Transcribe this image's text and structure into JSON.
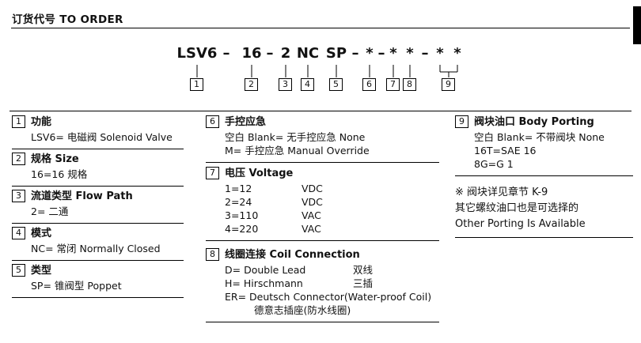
{
  "header": {
    "title": "订货代号 TO ORDER"
  },
  "code": {
    "segments": [
      "LSV6",
      "–",
      "16",
      "–",
      "2",
      "NC",
      "SP",
      "–",
      "*",
      "–",
      "*",
      "*",
      "–",
      "*",
      "*"
    ],
    "boxes": [
      "1",
      "2",
      "3",
      "4",
      "5",
      "6",
      "7",
      "8",
      "9"
    ]
  },
  "sections": {
    "s1": {
      "num": "1",
      "title": "功能",
      "lines": [
        "LSV6= 电磁阀 Solenoid Valve"
      ]
    },
    "s2": {
      "num": "2",
      "title": "规格 Size",
      "lines": [
        "16=16 规格"
      ]
    },
    "s3": {
      "num": "3",
      "title": "流道类型 Flow Path",
      "lines": [
        "2= 二通"
      ]
    },
    "s4": {
      "num": "4",
      "title": "模式",
      "lines": [
        "NC= 常闭 Normally Closed"
      ]
    },
    "s5": {
      "num": "5",
      "title": "类型",
      "lines": [
        "SP= 锥阀型 Poppet"
      ]
    },
    "s6": {
      "num": "6",
      "title": "手控应急",
      "lines": [
        "空白 Blank= 无手控应急 None",
        "M= 手控应急 Manual Override"
      ]
    },
    "s7": {
      "num": "7",
      "title": "电压 Voltage",
      "rows": [
        [
          "1=12",
          "VDC"
        ],
        [
          "2=24",
          "VDC"
        ],
        [
          "3=110",
          "VAC"
        ],
        [
          "4=220",
          "VAC"
        ]
      ]
    },
    "s8": {
      "num": "8",
      "title": "线圈连接 Coil Connection",
      "rows": [
        [
          "D= Double Lead",
          "双线"
        ],
        [
          "H= Hirschmann",
          "三插"
        ]
      ],
      "lines": [
        "ER= Deutsch Connector(Water-proof Coil)",
        "德意志插座(防水线圈)"
      ]
    },
    "s9": {
      "num": "9",
      "title": "阀块油口 Body Porting",
      "lines": [
        "空白 Blank= 不带阀块 None",
        "16T=SAE 16",
        "8G=G 1"
      ]
    },
    "note": {
      "lines": [
        "※ 阀块详见章节 K-9",
        "其它螺纹油口也是可选择的",
        "Other Porting Is Available"
      ]
    }
  }
}
